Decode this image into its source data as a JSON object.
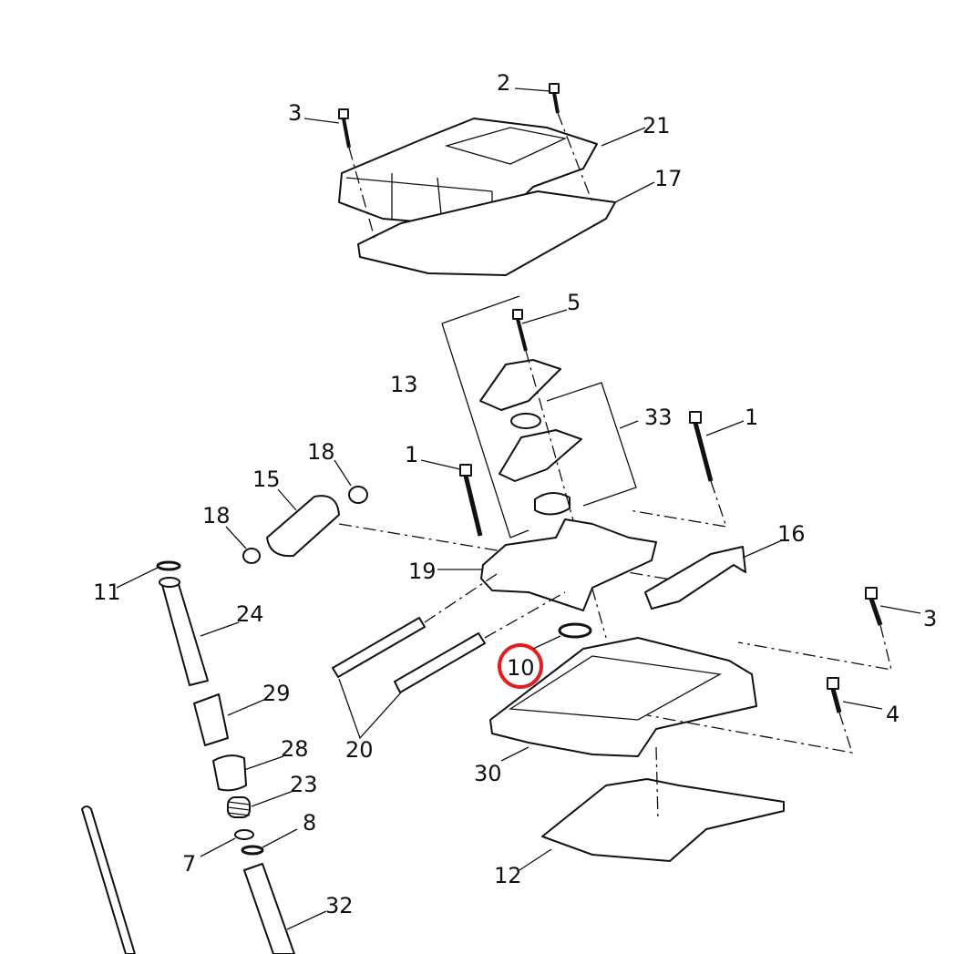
{
  "diagram": {
    "callouts": [
      {
        "id": "c2",
        "text": "2"
      },
      {
        "id": "c3a",
        "text": "3"
      },
      {
        "id": "c21",
        "text": "21"
      },
      {
        "id": "c17",
        "text": "17"
      },
      {
        "id": "c5",
        "text": "5"
      },
      {
        "id": "c13",
        "text": "13"
      },
      {
        "id": "c33",
        "text": "33"
      },
      {
        "id": "c1a",
        "text": "1"
      },
      {
        "id": "c18a",
        "text": "18"
      },
      {
        "id": "c1b",
        "text": "1"
      },
      {
        "id": "c15",
        "text": "15"
      },
      {
        "id": "c18b",
        "text": "18"
      },
      {
        "id": "c16",
        "text": "16"
      },
      {
        "id": "c19",
        "text": "19"
      },
      {
        "id": "c11",
        "text": "11"
      },
      {
        "id": "c24",
        "text": "24"
      },
      {
        "id": "c3b",
        "text": "3"
      },
      {
        "id": "c10",
        "text": "10"
      },
      {
        "id": "c29",
        "text": "29"
      },
      {
        "id": "c4",
        "text": "4"
      },
      {
        "id": "c20",
        "text": "20"
      },
      {
        "id": "c28",
        "text": "28"
      },
      {
        "id": "c30",
        "text": "30"
      },
      {
        "id": "c23",
        "text": "23"
      },
      {
        "id": "c8",
        "text": "8"
      },
      {
        "id": "c7",
        "text": "7"
      },
      {
        "id": "c12",
        "text": "12"
      },
      {
        "id": "c32",
        "text": "32"
      }
    ],
    "highlight_color": "#e02020"
  }
}
